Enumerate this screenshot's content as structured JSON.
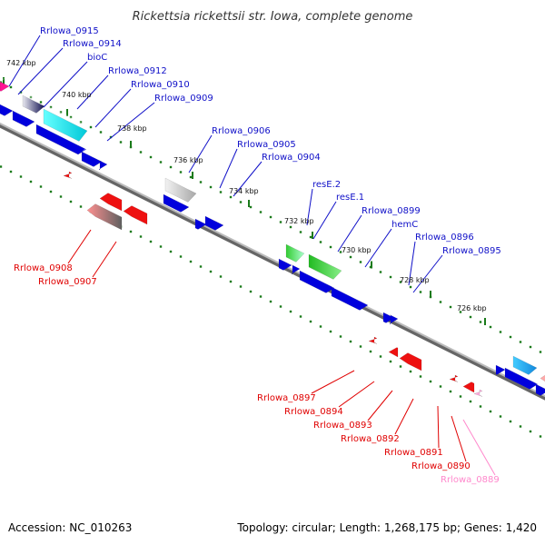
{
  "title": "Rickettsia rickettsii str. Iowa, complete genome",
  "footer": {
    "accession": "Accession: NC_010263",
    "topology": "Topology: circular; Length: 1,268,175 bp; Genes: 1,420"
  },
  "colors": {
    "forward_label": "#1010c8",
    "reverse_label": "#e00000",
    "pink_label": "#ff88cc",
    "backbone": "#999999",
    "dots": "#1a7a1a"
  },
  "ticks": [
    {
      "label": "742 kbp"
    },
    {
      "label": "740 kbp"
    },
    {
      "label": "738 kbp"
    },
    {
      "label": "736 kbp"
    },
    {
      "label": "734 kbp"
    },
    {
      "label": "732 kbp"
    },
    {
      "label": "730 kbp"
    },
    {
      "label": "728 kbp"
    },
    {
      "label": "726 kbp"
    }
  ],
  "gene_labels": [
    {
      "text": "Rrlowa_0915",
      "strand": "forward"
    },
    {
      "text": "Rrlowa_0914",
      "strand": "forward"
    },
    {
      "text": "bioC",
      "strand": "forward"
    },
    {
      "text": "Rrlowa_0912",
      "strand": "forward"
    },
    {
      "text": "Rrlowa_0910",
      "strand": "forward"
    },
    {
      "text": "Rrlowa_0909",
      "strand": "forward"
    },
    {
      "text": "Rrlowa_0906",
      "strand": "forward"
    },
    {
      "text": "Rrlowa_0905",
      "strand": "forward"
    },
    {
      "text": "Rrlowa_0904",
      "strand": "forward"
    },
    {
      "text": "resE.2",
      "strand": "forward"
    },
    {
      "text": "resE.1",
      "strand": "forward"
    },
    {
      "text": "Rrlowa_0899",
      "strand": "forward"
    },
    {
      "text": "hemC",
      "strand": "forward"
    },
    {
      "text": "Rrlowa_0896",
      "strand": "forward"
    },
    {
      "text": "Rrlowa_0895",
      "strand": "forward"
    },
    {
      "text": "Rrlowa_0908",
      "strand": "reverse"
    },
    {
      "text": "Rrlowa_0907",
      "strand": "reverse"
    },
    {
      "text": "Rrlowa_0897",
      "strand": "reverse"
    },
    {
      "text": "Rrlowa_0894",
      "strand": "reverse"
    },
    {
      "text": "Rrlowa_0893",
      "strand": "reverse"
    },
    {
      "text": "Rrlowa_0892",
      "strand": "reverse"
    },
    {
      "text": "Rrlowa_0891",
      "strand": "reverse"
    },
    {
      "text": "Rrlowa_0890",
      "strand": "reverse"
    },
    {
      "text": "Rrlowa_0889",
      "strand": "reverse-pink"
    }
  ]
}
